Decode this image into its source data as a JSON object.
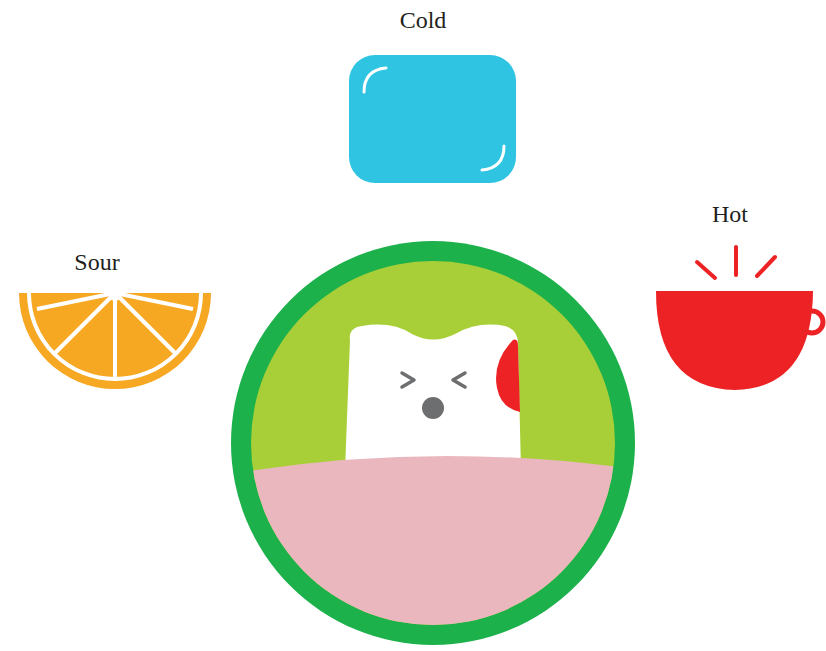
{
  "diagram": {
    "labels": [
      "Cold",
      "Sour",
      "Hot"
    ]
  }
}
